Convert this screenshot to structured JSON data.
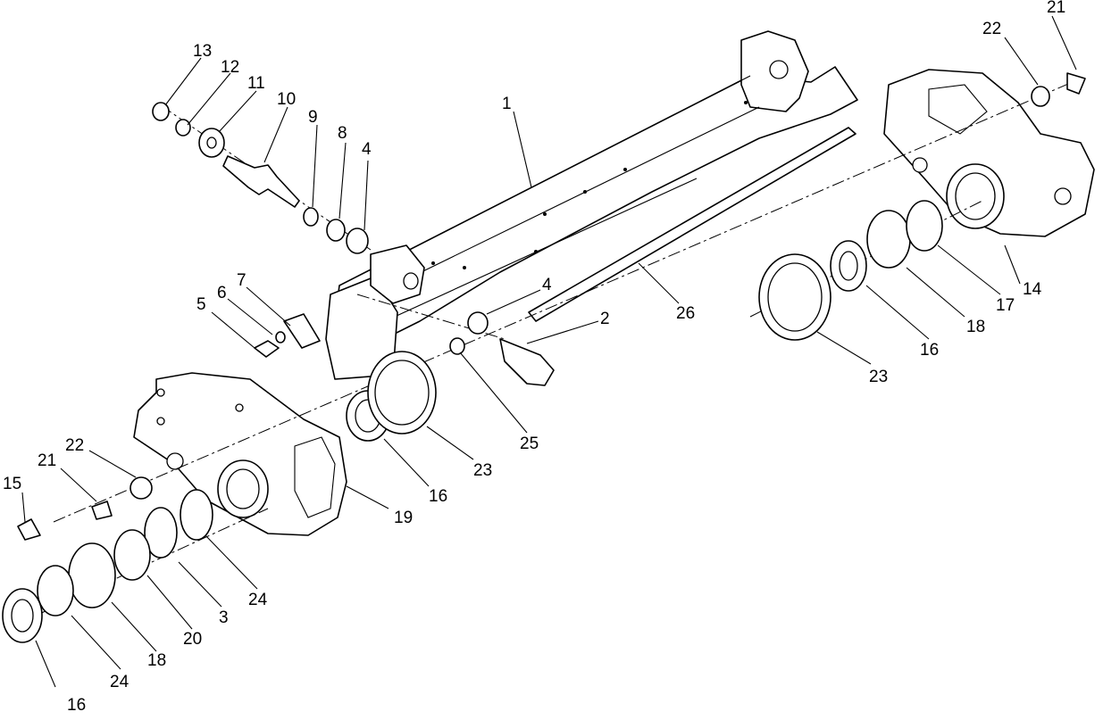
{
  "callouts": [
    "1",
    "2",
    "3",
    "4",
    "4",
    "5",
    "6",
    "7",
    "8",
    "9",
    "10",
    "11",
    "12",
    "13",
    "14",
    "15",
    "16",
    "16",
    "16",
    "17",
    "18",
    "18",
    "19",
    "20",
    "21",
    "21",
    "22",
    "22",
    "23",
    "23",
    "24",
    "24",
    "25",
    "26"
  ],
  "colors": {
    "line": "#000000",
    "background": "#ffffff"
  }
}
